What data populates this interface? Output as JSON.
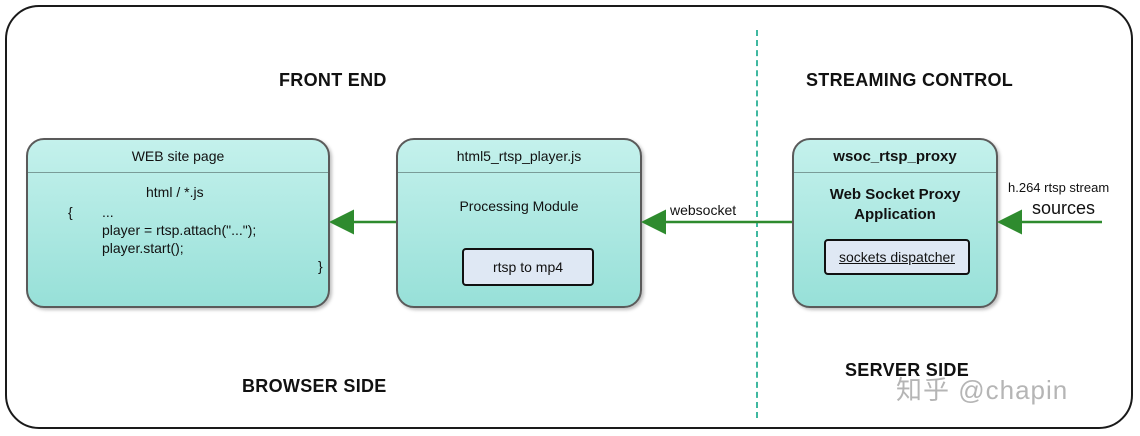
{
  "sections": {
    "front_end": "FRONT END",
    "streaming_control": "STREAMING CONTROL",
    "browser_side": "BROWSER SIDE",
    "server_side": "SERVER SIDE"
  },
  "web_box": {
    "title": "WEB site page",
    "code": [
      "html / *.js",
      "{",
      "...",
      "player = rtsp.attach(\"...\");",
      "player.start();",
      "}"
    ]
  },
  "player_box": {
    "title": "html5_rtsp_player.js",
    "subtitle": "Processing Module",
    "chip": "rtsp to mp4"
  },
  "proxy_box": {
    "title": "wsoc_rtsp_proxy",
    "subtitle_line1": "Web Socket Proxy",
    "subtitle_line2": "Application",
    "chip": "sockets dispatcher"
  },
  "links": {
    "websocket": "websocket",
    "source_line1": "h.264 rtsp stream",
    "source_line2": "sources"
  },
  "watermark": "知乎 @chapin",
  "colors": {
    "box_fill_top": "#c4f1ec",
    "box_fill_bottom": "#97e0d8",
    "arrow": "#2e8b2e",
    "divider": "#3fb8a0",
    "chip_fill": "#dfe8f4"
  }
}
